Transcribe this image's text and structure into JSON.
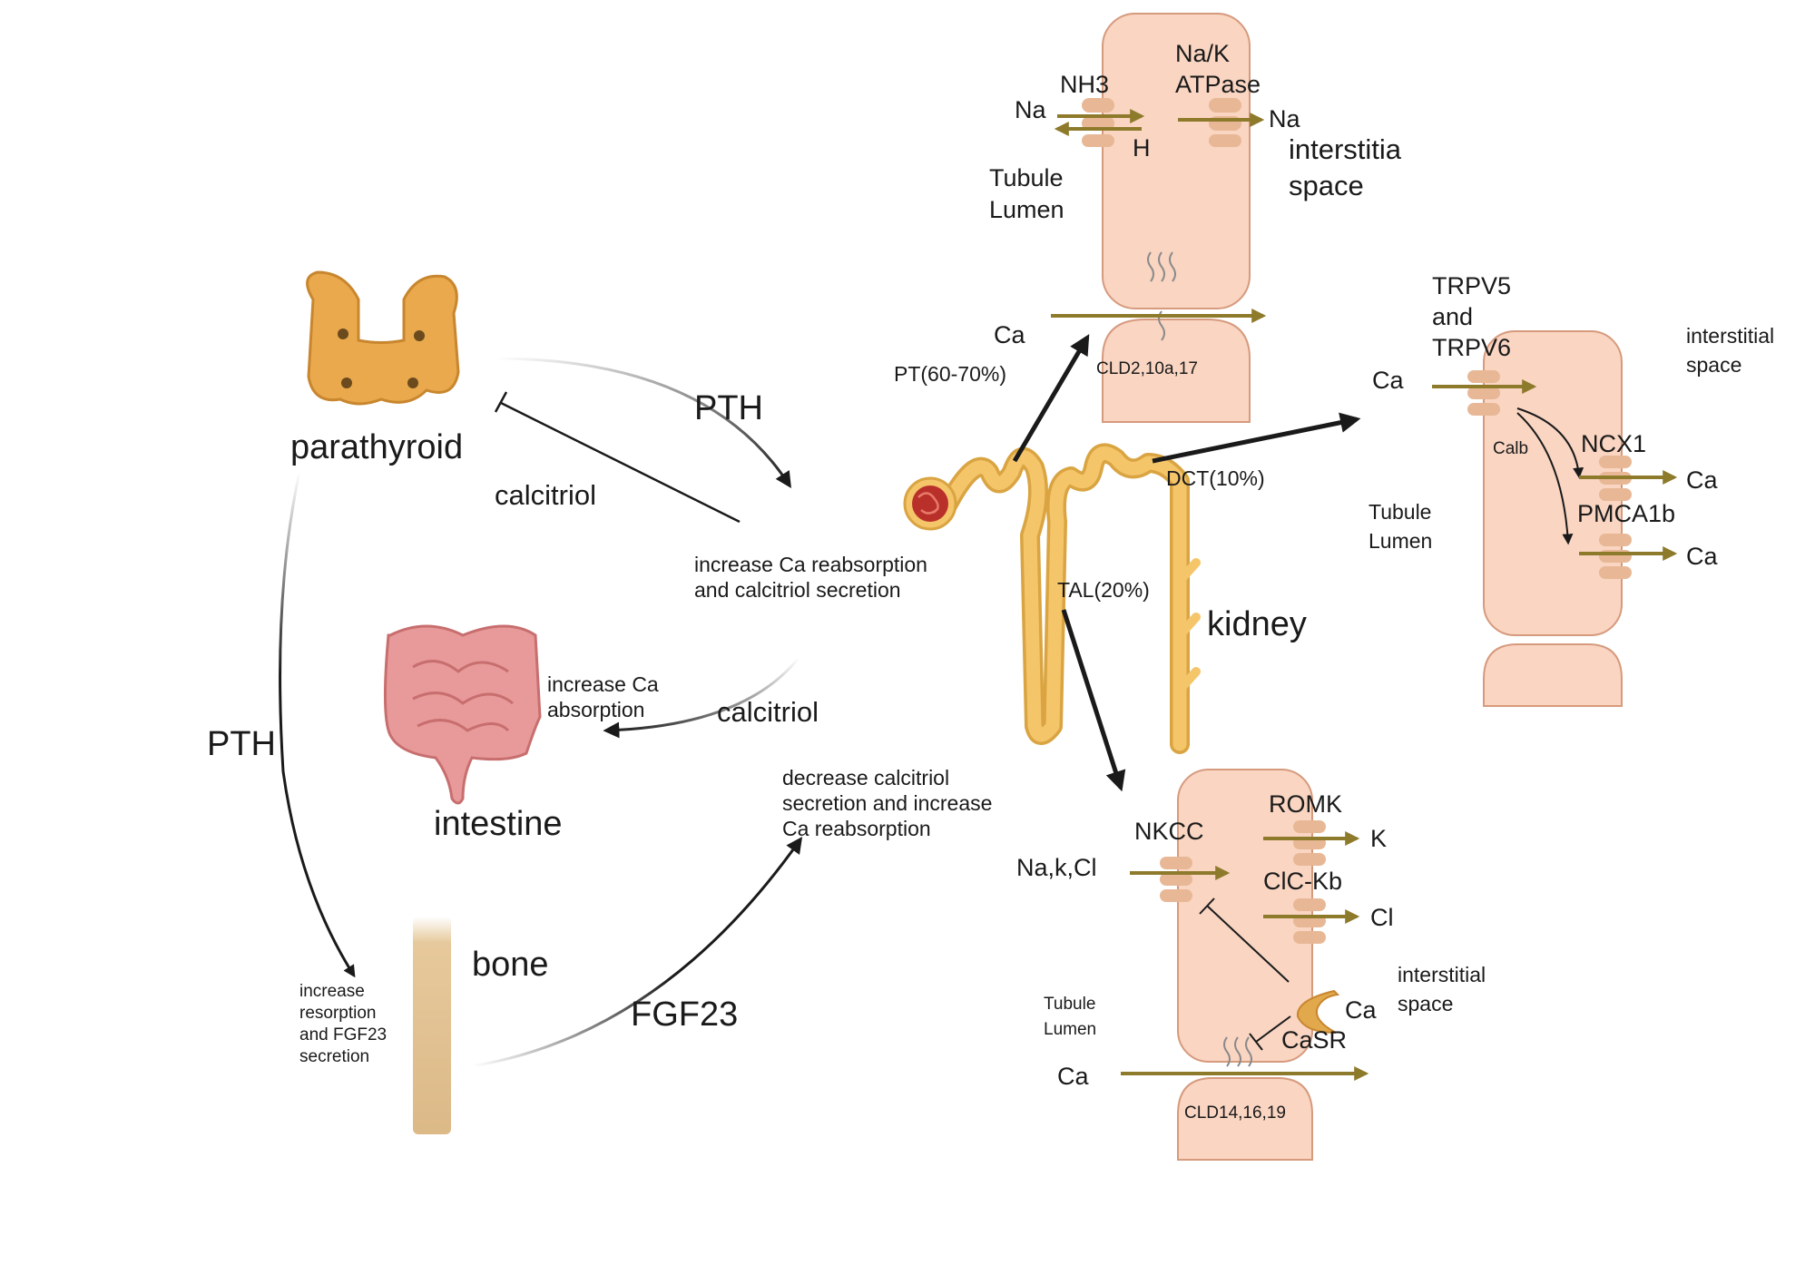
{
  "colors": {
    "cell_fill": "#f9d5c2",
    "cell_stroke": "#d69a7d",
    "transport_arrow": "#8e7a2b",
    "channel": "#e8b896",
    "kidney_tube": "#f5c56a",
    "parathyroid": "#e9a94c",
    "intestine": "#e89a9a",
    "bone": "#e6c99c"
  },
  "organs": {
    "parathyroid": "parathyroid",
    "intestine": "intestine",
    "bone": "bone",
    "kidney": "kidney"
  },
  "hormones": {
    "pth_to_kidney": "PTH",
    "calcitriol_feedback": "calcitriol",
    "calcitriol_to_intestine": "calcitriol",
    "pth_to_bone": "PTH",
    "fgf23": "FGF23"
  },
  "effects": {
    "kidney_pth_line1": "increase Ca reabsorption",
    "kidney_pth_line2": "and calcitriol secretion",
    "intestine_line1": "increase Ca",
    "intestine_line2": "absorption",
    "fgf23_line1": "decrease   calcitriol",
    "fgf23_line2": "secretion and increase",
    "fgf23_line3": "Ca reabsorption",
    "bone_line1": "increase",
    "bone_line2": "resorption",
    "bone_line3": "and FGF23",
    "bone_line4": "secretion"
  },
  "segments": {
    "pt": "PT(60-70%)",
    "dct": "DCT(10%)",
    "tal": "TAL(20%)"
  },
  "pt_cell": {
    "na_left": "Na",
    "nh3": "NH3",
    "h": "H",
    "nak_line1": "Na/K",
    "nak_line2": "ATPase",
    "na_right": "Na",
    "interstitia_line1": "interstitia",
    "interstitia_line2": "space",
    "lumen_line1": "Tubule",
    "lumen_line2": "Lumen",
    "ca": "Ca",
    "claudins": "CLD2,10a,17"
  },
  "dct_cell": {
    "trpv_line1": "TRPV5",
    "trpv_line2": "and",
    "trpv_line3": "TRPV6",
    "ca_in": "Ca",
    "interstitial_line1": "interstitial",
    "interstitial_line2": "space",
    "calb": "Calb",
    "ncx1": "NCX1",
    "ca_ncx": "Ca",
    "pmca": "PMCA1b",
    "ca_pmca": "Ca",
    "lumen_line1": "Tubule",
    "lumen_line2": "Lumen"
  },
  "tal_cell": {
    "nkcc": "NKCC",
    "nakcl": "Na,k,Cl",
    "romk": "ROMK",
    "k": "K",
    "clckb": "ClC-Kb",
    "cl": "Cl",
    "interstitial_line1": "interstitial",
    "interstitial_line2": "space",
    "ca_casr": "Ca",
    "casr": "CaSR",
    "lumen_line1": "Tubule",
    "lumen_line2": "Lumen",
    "ca_para": "Ca",
    "claudins": "CLD14,16,19"
  }
}
